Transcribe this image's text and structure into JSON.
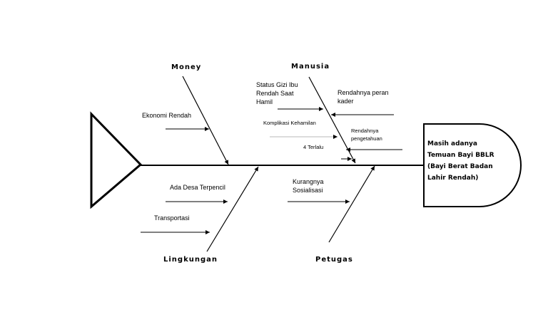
{
  "head": {
    "text": "Masih adanya\nTemuan Bayi BBLR\n(Bayi Berat Badan\nLahir Rendah)"
  },
  "categories": {
    "money": "Money",
    "manusia": "Manusia",
    "lingkungan": "Lingkungan",
    "petugas": "Petugas"
  },
  "causes": {
    "ekonomi_rendah": "Ekonomi Rendah",
    "status_gizi": "Status Gizi Ibu\nRendah Saat\nHamil",
    "rendahnya_peran_kader": "Rendahnya peran\nkader",
    "komplikasi_kehamilan": "Komplikasi Kehamilan",
    "rendahnya_pengetahuan": "Rendahnya\npengetahuan",
    "empat_terlalu": "4 Terlalu",
    "desa_terpencil": "Ada Desa Terpencil",
    "transportasi": "Transportasi",
    "kurangnya_sosialisasi": "Kurangnya\nSosialisasi"
  }
}
